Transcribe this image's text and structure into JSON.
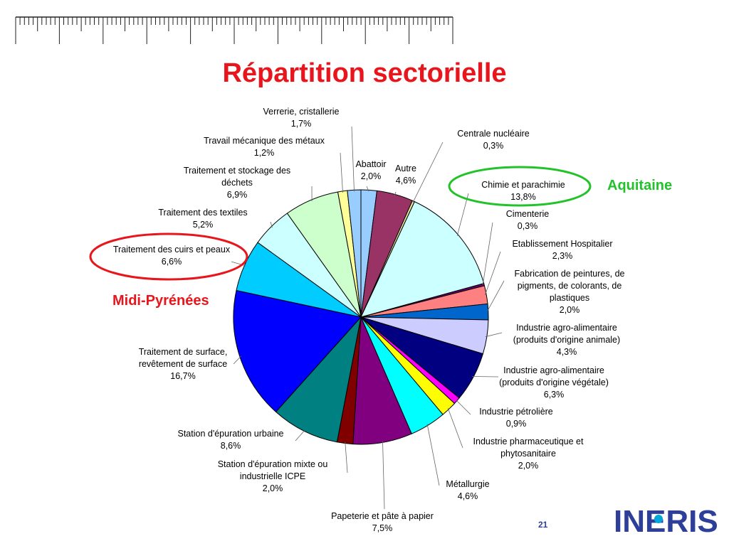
{
  "title": "Répartition sectorielle",
  "page_number": "21",
  "logo_text": "INERIS",
  "regions": {
    "aquitaine": {
      "label": "Aquitaine",
      "color": "#22c32a"
    },
    "midi_pyrenees": {
      "label": "Midi-Pyrénées",
      "color": "#e8161c"
    }
  },
  "chart_data": {
    "type": "pie",
    "title": "Répartition sectorielle",
    "slices": [
      {
        "name": "Abattoir",
        "value": 2.0,
        "label": "2,0%",
        "color": "#99ccff"
      },
      {
        "name": "Autre",
        "value": 4.6,
        "label": "4,6%",
        "color": "#993366"
      },
      {
        "name": "Centrale nucléaire",
        "value": 0.3,
        "label": "0,3%",
        "color": "#e6e6a0"
      },
      {
        "name": "Chimie et parachimie",
        "value": 13.8,
        "label": "13,8%",
        "color": "#ccffff"
      },
      {
        "name": "Cimenterie",
        "value": 0.3,
        "label": "0,3%",
        "color": "#660066"
      },
      {
        "name": "Etablissement Hospitalier",
        "value": 2.3,
        "label": "2,3%",
        "color": "#ff8080"
      },
      {
        "name": "Fabrication de peintures, de pigments, de colorants, de plastiques",
        "value": 2.0,
        "label": "2,0%",
        "color": "#0066cc"
      },
      {
        "name": "Industrie agro-alimentaire (produits d'origine animale)",
        "value": 4.3,
        "label": "4,3%",
        "color": "#ccccff"
      },
      {
        "name": "Industrie agro-alimentaire (produits d'origine végétale)",
        "value": 6.3,
        "label": "6,3%",
        "color": "#000080"
      },
      {
        "name": "Industrie pétrolière",
        "value": 0.9,
        "label": "0,9%",
        "color": "#ff00ff"
      },
      {
        "name": "Industrie pharmaceutique et phytosanitaire",
        "value": 2.0,
        "label": "2,0%",
        "color": "#ffff00"
      },
      {
        "name": "Métallurgie",
        "value": 4.6,
        "label": "4,6%",
        "color": "#00ffff"
      },
      {
        "name": "Papeterie et pâte à papier",
        "value": 7.5,
        "label": "7,5%",
        "color": "#800080"
      },
      {
        "name": "Station d'épuration mixte ou industrielle ICPE",
        "value": 2.0,
        "label": "2,0%",
        "color": "#800000"
      },
      {
        "name": "Station d'épuration urbaine",
        "value": 8.6,
        "label": "8,6%",
        "color": "#008080"
      },
      {
        "name": "Traitement de surface, revêtement de surface",
        "value": 16.7,
        "label": "16,7%",
        "color": "#0000ff"
      },
      {
        "name": "Traitement des cuirs et peaux",
        "value": 6.6,
        "label": "6,6%",
        "color": "#00ccff"
      },
      {
        "name": "Traitement des textiles",
        "value": 5.2,
        "label": "5,2%",
        "color": "#ccffff"
      },
      {
        "name": "Traitement et stockage des déchets",
        "value": 6.9,
        "label": "6,9%",
        "color": "#ccffcc"
      },
      {
        "name": "Travail mécanique des métaux",
        "value": 1.2,
        "label": "1,2%",
        "color": "#ffff99"
      },
      {
        "name": "Verrerie, cristallerie",
        "value": 1.7,
        "label": "1,7%",
        "color": "#99ccff"
      }
    ],
    "legend": "none"
  }
}
